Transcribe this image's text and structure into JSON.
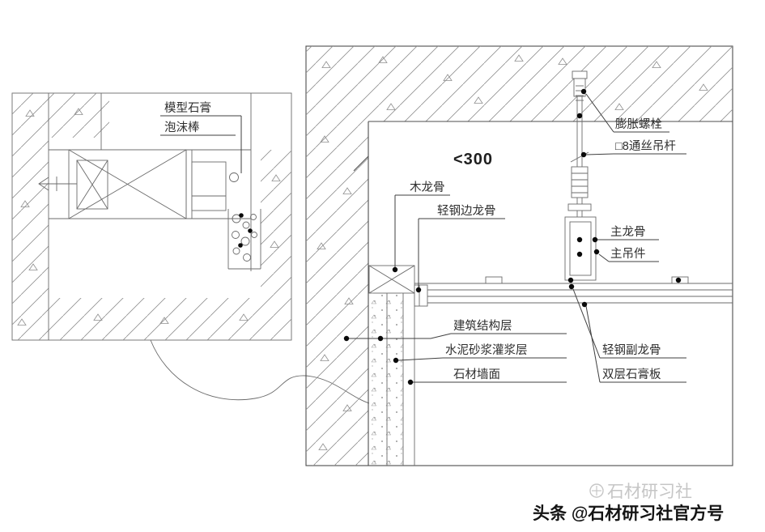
{
  "canvas": {
    "background": "#ffffff"
  },
  "left_detail": {
    "labels": {
      "model_plaster": "模型石膏",
      "foam_rod": "泡沫棒"
    }
  },
  "right_detail": {
    "dimension_max_spacing": "<300",
    "labels": {
      "expansion_bolt": "膨胀螺栓",
      "threaded_rod": "□8通丝吊杆",
      "wood_keel": "木龙骨",
      "light_steel_edge_keel": "轻钢边龙骨",
      "main_keel": "主龙骨",
      "main_hanger": "主吊件",
      "building_structure_layer": "建筑结构层",
      "cement_mortar_grout_layer": "水泥砂浆灌浆层",
      "stone_wall_face": "石材墙面",
      "light_steel_sub_keel": "轻钢副龙骨",
      "double_gypsum_board": "双层石膏板"
    }
  },
  "footer": {
    "watermark": "石材研习社",
    "byline": "头条 @石材研习社官方号"
  },
  "colors": {
    "line": "#4d4d4d",
    "text": "#2e2e2e",
    "watermark": "#c6c6c6",
    "footer_text": "#141414"
  }
}
